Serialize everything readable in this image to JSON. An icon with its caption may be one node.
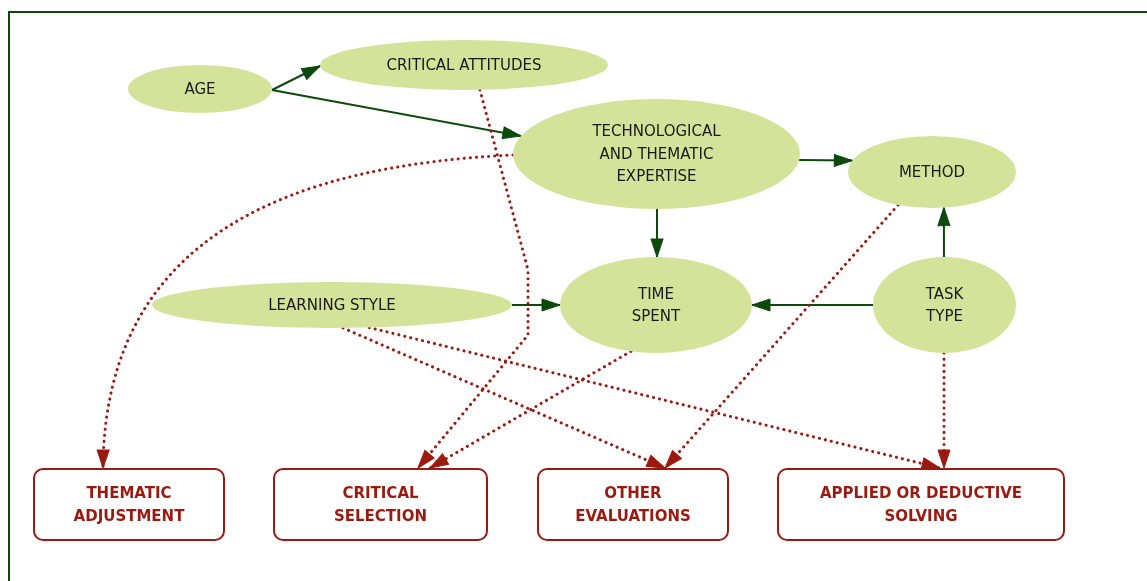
{
  "diagram": {
    "nodes": [
      {
        "text": [
          "AGE"
        ]
      },
      {
        "text": [
          "CRITICAL ATTITUDES"
        ]
      },
      {
        "text": [
          "TECHNOLOGICAL AND THEMATIC EXPERTISE"
        ]
      },
      {
        "text": [
          "METHOD"
        ]
      },
      {
        "text": [
          "LEARNING STYLE"
        ]
      },
      {
        "text": [
          "TIME SPENT"
        ]
      },
      {
        "text": [
          "TASK TYPE"
        ]
      },
      {
        "text": [
          "THEMATIC ADJUSTMENT"
        ]
      },
      {
        "text": [
          "CRITICAL SELECTION"
        ]
      },
      {
        "text": [
          "OTHER EVALUATIONS"
        ]
      },
      {
        "text": [
          "APPLIED OR DEDUCTIVE SOLVING"
        ]
      }
    ],
    "edges": [
      {
        "from": 0,
        "to": 1,
        "arrow": "to"
      },
      {
        "from": 0,
        "to": 2,
        "arrow": "to"
      },
      {
        "from": 2,
        "to": 3,
        "arrow": "to"
      },
      {
        "from": 2,
        "to": 5,
        "arrow": "to"
      },
      {
        "from": 4,
        "to": 5,
        "arrow": "to"
      },
      {
        "from": 6,
        "to": 5,
        "arrow": "to"
      },
      {
        "from": 6,
        "to": 3,
        "arrow": "to"
      },
      {
        "from": 2,
        "to": 7,
        "arrow": "to",
        "style": "dashed",
        "color": "#9b1a10"
      },
      {
        "from": 1,
        "to": 8,
        "arrow": "to",
        "style": "dashed",
        "color": "#9b1a10"
      },
      {
        "from": 5,
        "to": 8,
        "arrow": "to",
        "style": "dashed",
        "color": "#9b1a10"
      },
      {
        "from": 4,
        "to": 9,
        "arrow": "to",
        "style": "dashed",
        "color": "#9b1a10"
      },
      {
        "from": 4,
        "to": 10,
        "arrow": "to",
        "style": "dashed",
        "color": "#9b1a10"
      },
      {
        "from": 3,
        "to": 9,
        "arrow": "to",
        "style": "dashed",
        "color": "#9b1a10"
      },
      {
        "from": 6,
        "to": 10,
        "arrow": "to",
        "style": "dashed",
        "color": "#9b1a10"
      }
    ]
  }
}
